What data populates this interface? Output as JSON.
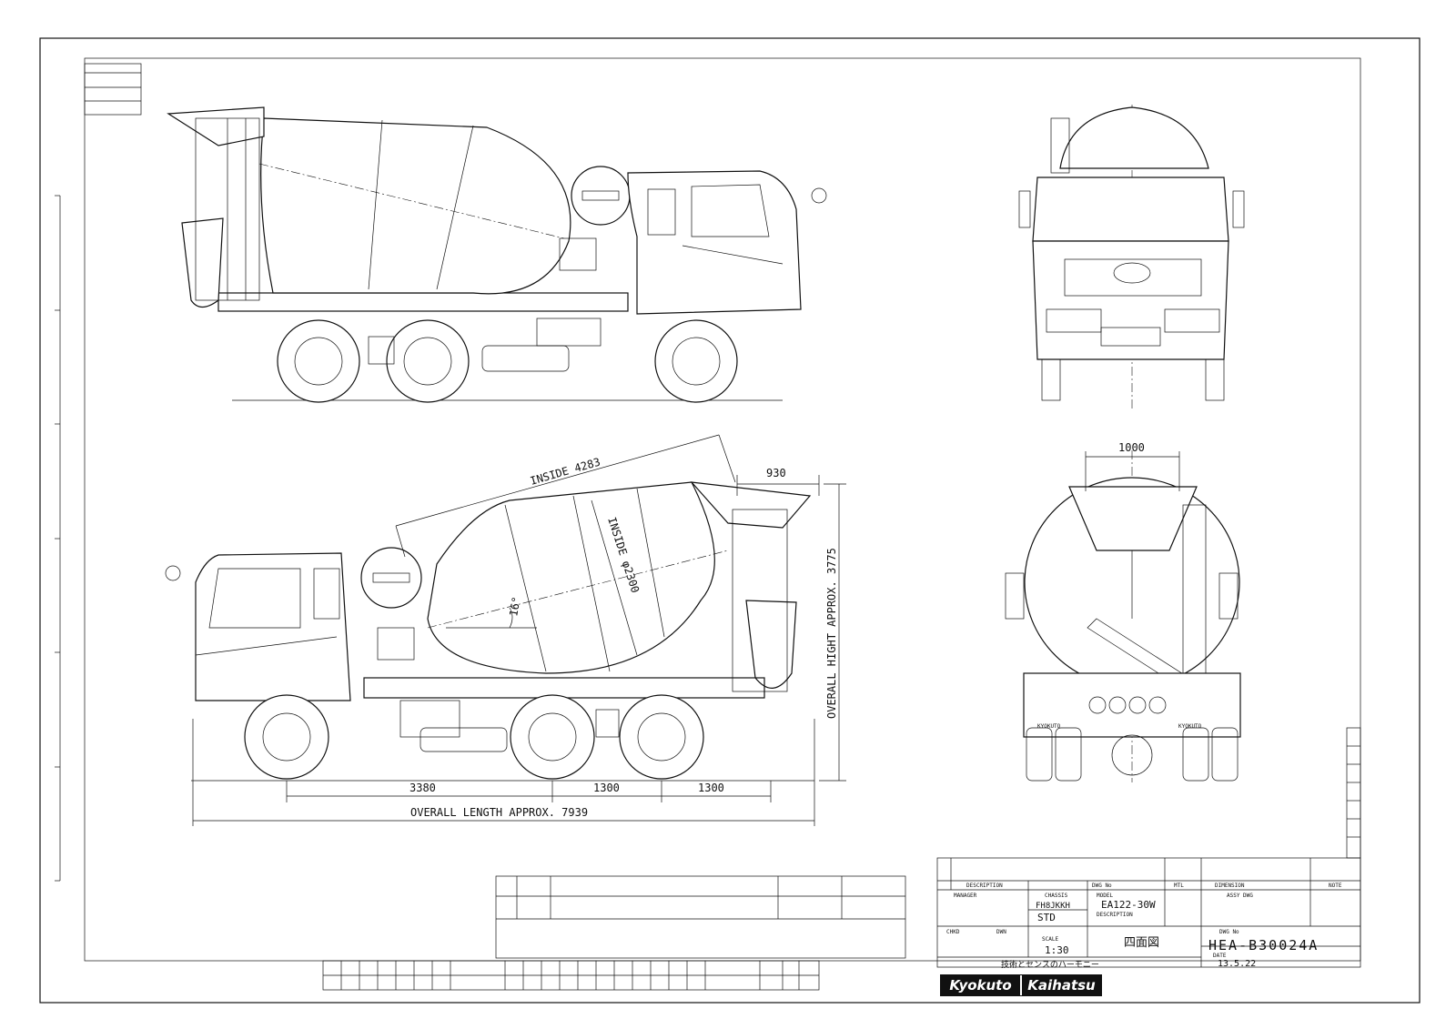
{
  "views": {
    "side_top": "side-view-right-facing",
    "side_bottom": "side-view-left-facing",
    "front": "front-view",
    "rear": "rear-view"
  },
  "dimensions": {
    "drum_length": "INSIDE 4283",
    "drum_diameter": "INSIDE φ2300",
    "drum_angle": "16°",
    "chute_offset": "930",
    "overall_height": "OVERALL HIGHT APPROX. 3775",
    "wheelbase_front": "3380",
    "axle_spacing_1": "1300",
    "axle_spacing_2": "1300",
    "overall_length": "OVERALL LENGTH APPROX. 7939",
    "rear_width": "1000"
  },
  "title_block": {
    "description_header": "DESCRIPTION",
    "dwg_no_header": "DWG No",
    "mtl_header": "MTL",
    "dimension_header": "DIMENSION",
    "note_header": "NOTE",
    "manager_label": "MANAGER",
    "chassis_label": "CHASSIS",
    "chassis_value": "FH8JKKH",
    "model_label": "MODEL",
    "model_value": "EA122-30W",
    "assy_label": "ASSY DWG",
    "std_value": "STD",
    "chkd_label": "CHKD",
    "dwn_label": "DWN",
    "scale_label": "SCALE",
    "scale_value": "1:30",
    "desc_label": "DESCRIPTION",
    "desc_value": "四面図",
    "dwg_no_label": "DWG No",
    "dwg_no_value": "HEA-B30024A",
    "date_label": "DATE",
    "date_value": "13.5.22",
    "slogan": "技術とセンスのハーモニー"
  },
  "logo": {
    "left": "Kyokuto",
    "right": "Kaihatsu"
  },
  "body_badge": "KYOKUTO"
}
